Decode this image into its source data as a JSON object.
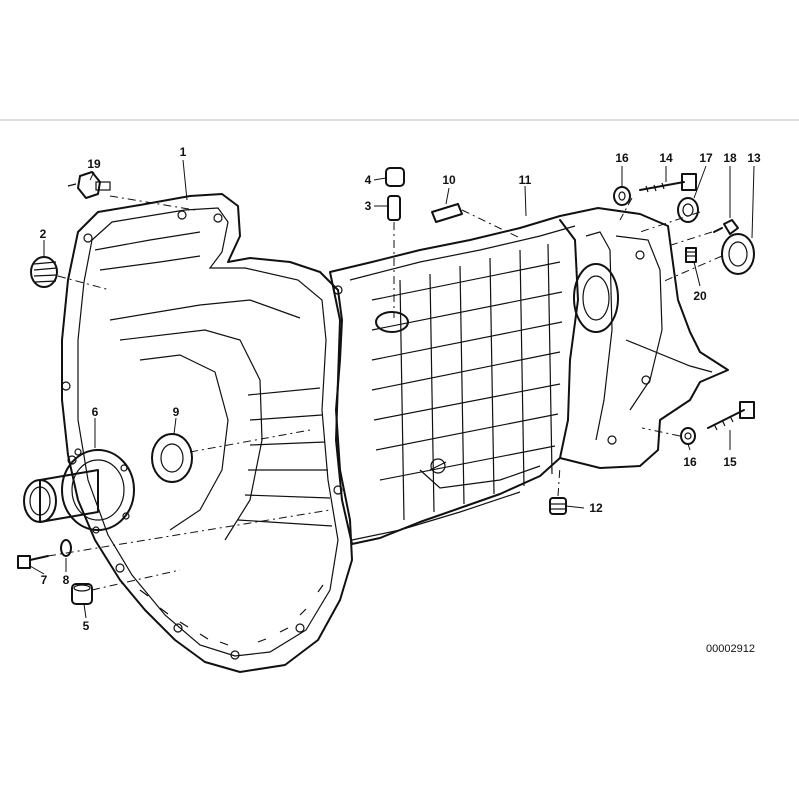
{
  "callouts": [
    {
      "id": "c19",
      "text": "19"
    },
    {
      "id": "c1",
      "text": "1"
    },
    {
      "id": "c2",
      "text": "2"
    },
    {
      "id": "c4",
      "text": "4"
    },
    {
      "id": "c3",
      "text": "3"
    },
    {
      "id": "c10",
      "text": "10"
    },
    {
      "id": "c11",
      "text": "11"
    },
    {
      "id": "c16a",
      "text": "16"
    },
    {
      "id": "c14",
      "text": "14"
    },
    {
      "id": "c17",
      "text": "17"
    },
    {
      "id": "c18",
      "text": "18"
    },
    {
      "id": "c13",
      "text": "13"
    },
    {
      "id": "c20",
      "text": "20"
    },
    {
      "id": "c6",
      "text": "6"
    },
    {
      "id": "c9",
      "text": "9"
    },
    {
      "id": "c16b",
      "text": "16"
    },
    {
      "id": "c15",
      "text": "15"
    },
    {
      "id": "c12",
      "text": "12"
    },
    {
      "id": "c7",
      "text": "7"
    },
    {
      "id": "c8",
      "text": "8"
    },
    {
      "id": "c5",
      "text": "5"
    }
  ],
  "diagram_ref": "00002912"
}
